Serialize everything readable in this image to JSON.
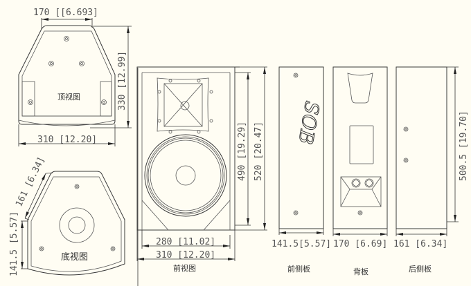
{
  "drawing": {
    "background_color": "#fffdf3",
    "line_color": "#3a3a3a",
    "views": {
      "top_view": {
        "label": "顶视图",
        "dims": {
          "top_width": "170 [[6.693]",
          "depth": "330 [12.99]",
          "bottom_width": "310 [12.20]"
        }
      },
      "bottom_view": {
        "label": "底视图",
        "dims": {
          "angled_side": "161 [6.34]",
          "straight_side": "141.5 [5.57]"
        }
      },
      "front_view": {
        "label": "前视图",
        "dims": {
          "inner_width": "280 [11.02]",
          "outer_width": "310 [12.20]",
          "inner_height": "490 [19.29]",
          "outer_height": "520 [20.47]"
        }
      },
      "front_side_panel": {
        "label": "前侧板",
        "logo_text": "SOB",
        "dims": {
          "width": "141.5[5.57]"
        }
      },
      "back_panel": {
        "label": "背板",
        "dims": {
          "width": "170  [6.69]"
        }
      },
      "rear_side_panel": {
        "label": "后侧板",
        "dims": {
          "width": "161  [6.34]",
          "height": "500.5 [19.70]"
        }
      }
    }
  }
}
